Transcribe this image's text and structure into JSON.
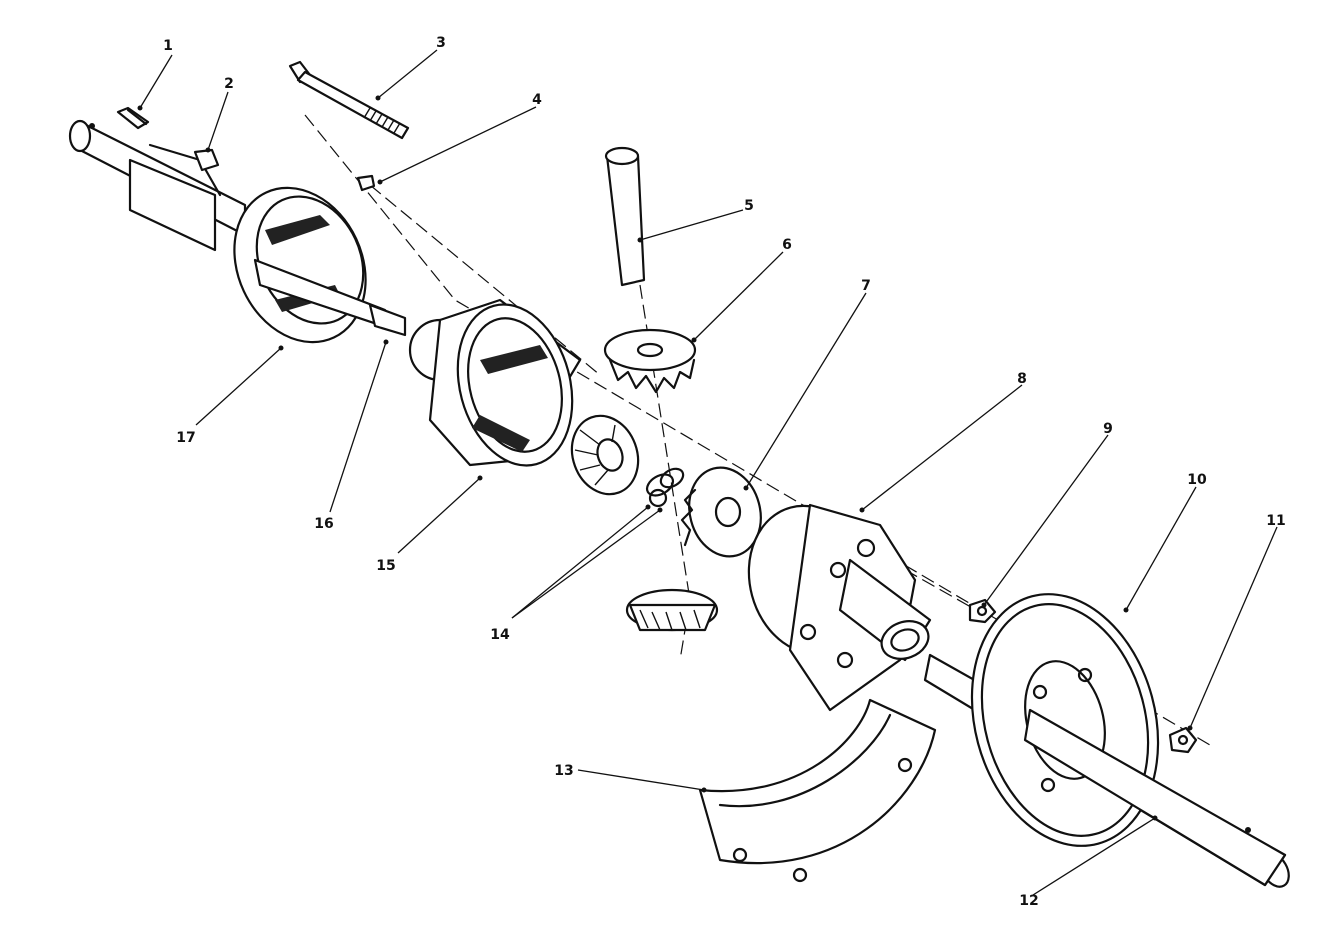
{
  "figure": {
    "callouts": [
      {
        "id": 1,
        "label": "1"
      },
      {
        "id": 2,
        "label": "2"
      },
      {
        "id": 3,
        "label": "3"
      },
      {
        "id": 4,
        "label": "4"
      },
      {
        "id": 5,
        "label": "5"
      },
      {
        "id": 6,
        "label": "6"
      },
      {
        "id": 7,
        "label": "7"
      },
      {
        "id": 8,
        "label": "8"
      },
      {
        "id": 9,
        "label": "9"
      },
      {
        "id": 10,
        "label": "10"
      },
      {
        "id": 11,
        "label": "11"
      },
      {
        "id": 12,
        "label": "12"
      },
      {
        "id": 13,
        "label": "13"
      },
      {
        "id": 14,
        "label": "14"
      },
      {
        "id": 15,
        "label": "15"
      },
      {
        "id": 16,
        "label": "16"
      },
      {
        "id": 17,
        "label": "17"
      }
    ]
  }
}
